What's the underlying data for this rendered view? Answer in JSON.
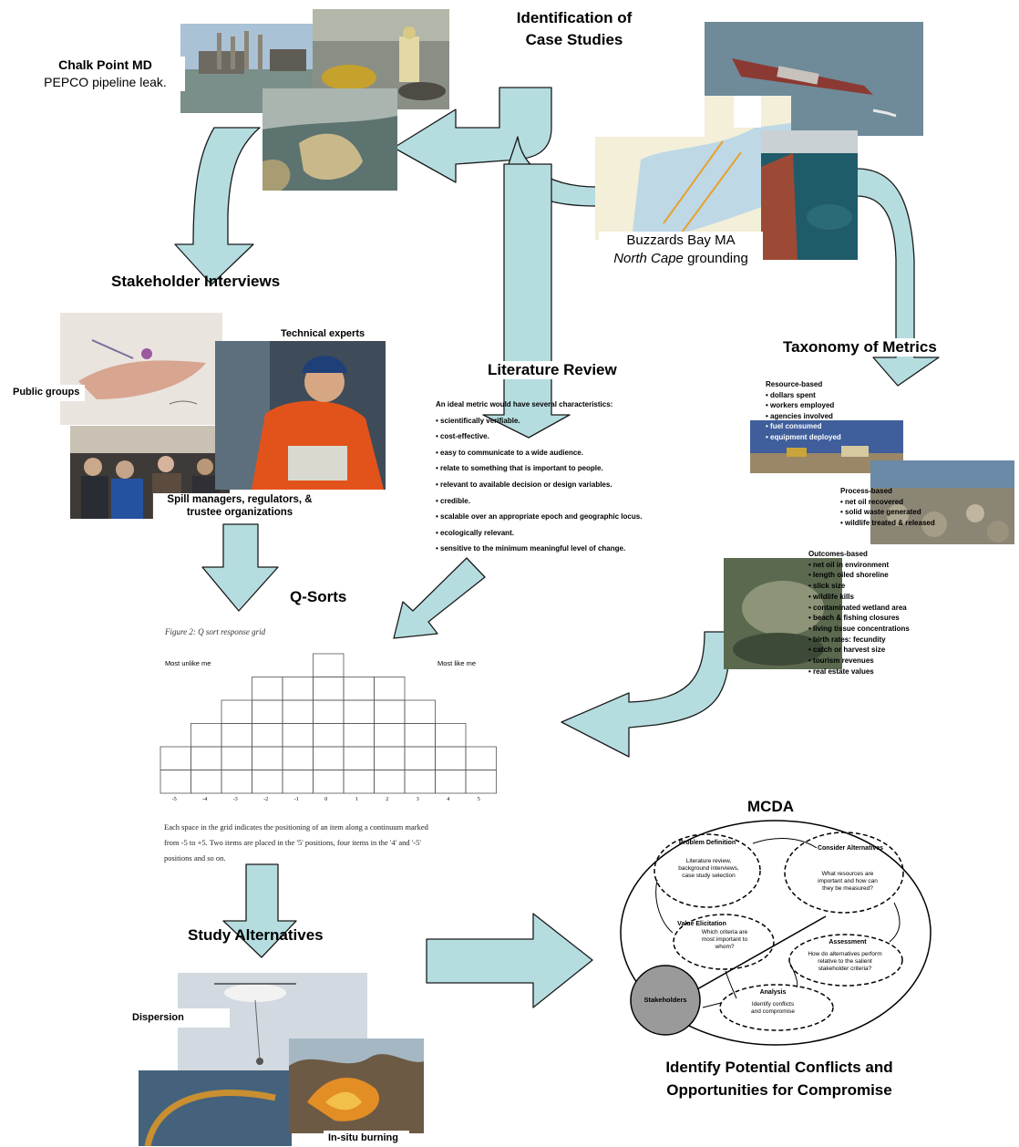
{
  "header": {
    "title_line1": "Identification of",
    "title_line2": "Case Studies"
  },
  "case_studies": {
    "chalk_point": {
      "title": "Chalk Point MD",
      "subtitle": "PEPCO pipeline leak."
    },
    "buzzards_bay": {
      "title": "Buzzards Bay MA",
      "subtitle_italic": "North Cape",
      "subtitle_rest": " grounding"
    }
  },
  "stakeholders": {
    "heading": "Stakeholder Interviews",
    "technical_experts": "Technical experts",
    "public_groups": "Public groups",
    "managers_line1": "Spill managers, regulators, &",
    "managers_line2": "trustee organizations"
  },
  "literature": {
    "heading": "Literature Review",
    "intro": "An ideal metric would have several characteristics:",
    "items": [
      "• scientifically verifiable.",
      "• cost-effective.",
      "• easy to communicate to a wide audience.",
      "• relate to something that is important to people.",
      "• relevant to  available decision or design variables.",
      "• credible.",
      "• scalable over an appropriate epoch and geographic locus.",
      "• ecologically relevant.",
      "• sensitive to the minimum meaningful level of change."
    ]
  },
  "taxonomy": {
    "heading": "Taxonomy of Metrics",
    "resource": {
      "title": "Resource-based",
      "items": [
        "• dollars spent",
        "• workers employed",
        "• agencies involved",
        "• fuel consumed",
        "• equipment deployed"
      ]
    },
    "process": {
      "title": "Process-based",
      "items": [
        "• net oil recovered",
        "• solid waste generated",
        "• wildlife treated & released"
      ]
    },
    "outcome": {
      "title": "Outcomes-based",
      "items": [
        "• net oil in environment",
        "• length oiled shoreline",
        "• slick size",
        "• wildlife kills",
        "• contaminated wetland area",
        "• beach & fishing closures",
        "• living tissue concentrations",
        "• birth rates: fecundity",
        "• catch or harvest size",
        "• tourism revenues",
        "• real estate values"
      ]
    }
  },
  "qsorts": {
    "heading": "Q-Sorts",
    "figure_caption": "Figure 2: Q sort response grid",
    "left_label": "Most unlike me",
    "right_label": "Most like me",
    "ticks": [
      "-5",
      "-4",
      "-3",
      "-2",
      "-1",
      "0",
      "1",
      "2",
      "3",
      "4",
      "5"
    ],
    "column_heights": [
      2,
      3,
      4,
      5,
      5,
      6,
      5,
      5,
      4,
      3,
      2
    ],
    "note_line1": "Each space in the grid indicates the positioning of an item along a continuum marked",
    "note_line2": "from -5 to +5.  Two items are placed in the '5' positions, four items in the '4' and '-5'",
    "note_line3": "positions and so on."
  },
  "alternatives": {
    "heading": "Study Alternatives",
    "dispersion": "Dispersion",
    "burning": "In-situ burning"
  },
  "mcda": {
    "heading": "MCDA",
    "problem_definition": "Problem Definition",
    "problem_text": "Literature review,\nbackground interviews,\ncase study selection",
    "consider_alternatives": "Consider Alternatives",
    "consider_text": "What resources are\nimportant and how can\nthey be measured?",
    "value_elicitation": "Value Elicitation",
    "value_text": "Which criteria are\nmost important to\nwhom?",
    "assessment": "Assessment",
    "assessment_text": "How do alternatives perform\nrelative to the salient\nstakeholder criteria?",
    "analysis": "Analysis",
    "analysis_text": "Identify conflicts\nand compromise",
    "stakeholders": "Stakeholders",
    "footer_line1": "Identify Potential Conflicts and",
    "footer_line2": "Opportunities for Compromise"
  },
  "colors": {
    "arrow_fill": "#b5dde0",
    "arrow_stroke": "#1a1a1a",
    "stakeholder_circle": "#9a9a9a"
  }
}
